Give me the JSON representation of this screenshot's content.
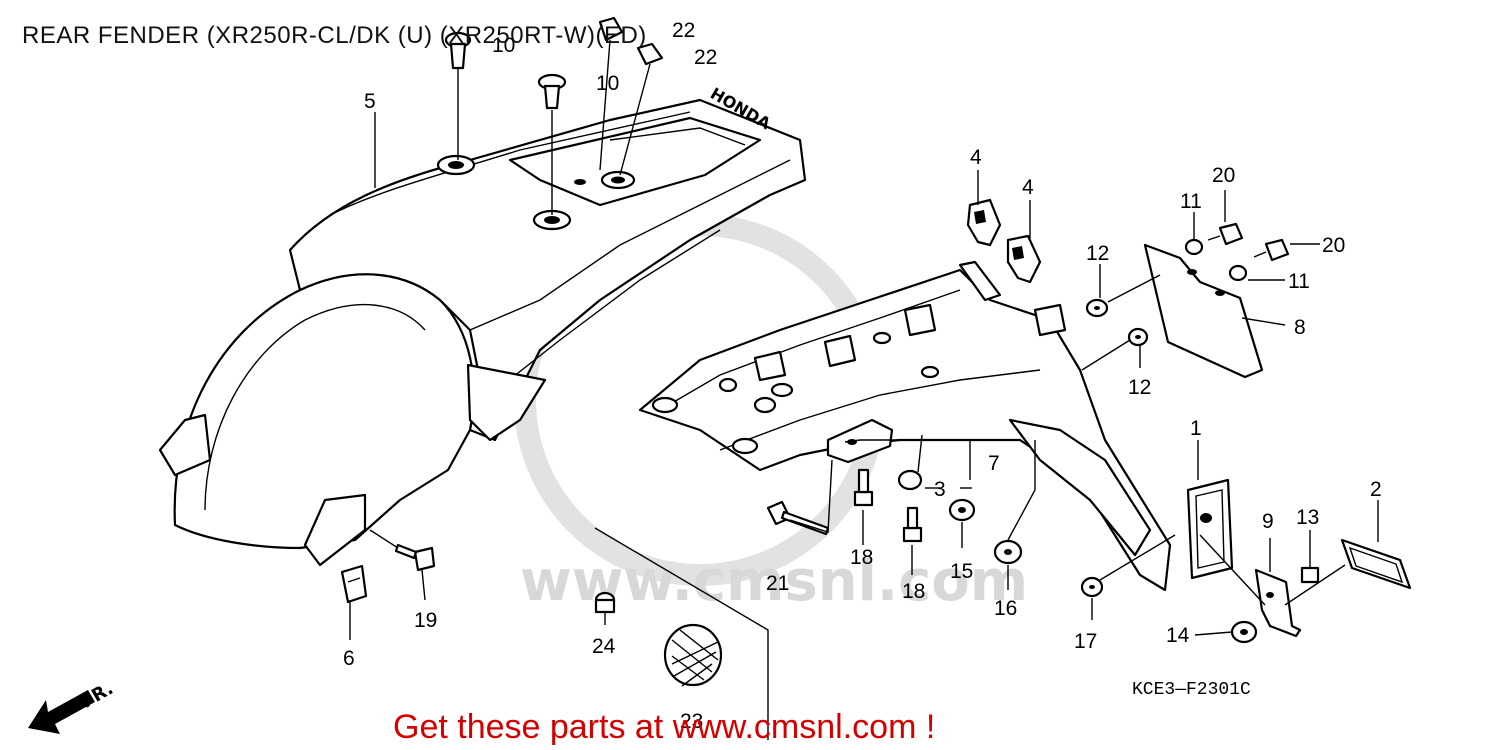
{
  "title": "REAR FENDER (XR250R-CL/DK (U) (XR250RT-W)(ED)",
  "watermark": "www.cmsnl.com",
  "diagram_code": "KCE3—F2301C",
  "direction_label": "FR.",
  "promo_text": "Get these parts at www.cmsnl.com !",
  "fender_brand": "HONDA",
  "callouts": {
    "c1": "1",
    "c2": "2",
    "c3": "3",
    "c4a": "4",
    "c4b": "4",
    "c5": "5",
    "c6": "6",
    "c7": "7",
    "c8": "8",
    "c9": "9",
    "c10a": "10",
    "c10b": "10",
    "c11a": "11",
    "c11b": "11",
    "c12a": "12",
    "c12b": "12",
    "c13": "13",
    "c14": "14",
    "c15": "15",
    "c16": "16",
    "c17": "17",
    "c18a": "18",
    "c18b": "18",
    "c19": "19",
    "c20a": "20",
    "c20b": "20",
    "c21": "21",
    "c22a": "22",
    "c22b": "22",
    "c23": "23",
    "c24": "24"
  },
  "colors": {
    "promo": "#d40000",
    "watermark": "#d8d8d8",
    "line": "#000000"
  }
}
